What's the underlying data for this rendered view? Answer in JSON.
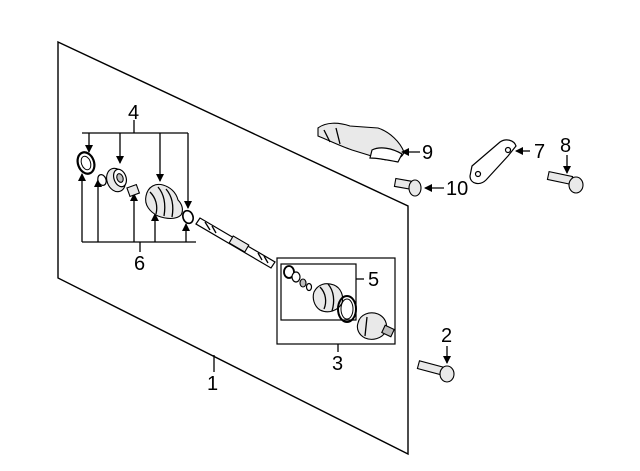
{
  "callouts": {
    "c1": "1",
    "c2": "2",
    "c3": "3",
    "c4": "4",
    "c5": "5",
    "c6": "6",
    "c7": "7",
    "c8": "8",
    "c9": "9",
    "c10": "10"
  },
  "colors": {
    "line": "#000000",
    "background": "#ffffff",
    "shade": "#bdbdbd"
  }
}
